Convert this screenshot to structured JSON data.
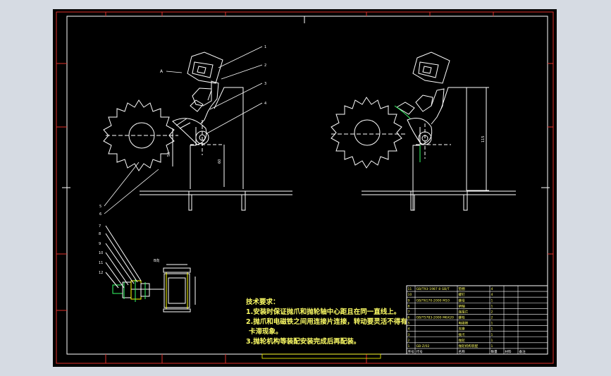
{
  "drawing": {
    "view_label": "B向",
    "section_mark": "A",
    "left_callouts": [
      "1",
      "2",
      "3",
      "4"
    ],
    "lower_callouts": [
      "5",
      "6",
      "7",
      "8",
      "9",
      "10",
      "11",
      "12"
    ],
    "dims": {
      "d1": "54",
      "d2": "60",
      "d3": "115"
    }
  },
  "notes": {
    "title": "技术要求：",
    "lines": [
      "1.安装时保证抛爪和抛轮轴中心距且在同一直线上。",
      "2.抛爪和电磁铁之间用连接片连接，转动要灵活不得有",
      "卡滞现象。",
      "3.抛轮机构等装配安装完成后再配装。"
    ]
  },
  "title_block": {
    "rows": [
      [
        "11",
        "GB/T93-1987 8 GB/T",
        "垫圈",
        "4",
        "",
        ""
      ],
      [
        "10",
        "",
        "螺钉",
        "4",
        "",
        ""
      ],
      [
        "9",
        "GB/T6170-2000 M10",
        "螺母",
        "1",
        "",
        ""
      ],
      [
        "8",
        "",
        "销轴",
        "1",
        "",
        ""
      ],
      [
        "7",
        "",
        "连接片",
        "2",
        "",
        ""
      ],
      [
        "6",
        "GB/T5783-2000 M6X20",
        "螺栓",
        "2",
        "",
        ""
      ],
      [
        "5",
        "",
        "电磁铁",
        "1",
        "",
        ""
      ],
      [
        "4",
        "",
        "支座",
        "1",
        "",
        ""
      ],
      [
        "3",
        "",
        "拨爪",
        "1",
        "",
        ""
      ],
      [
        "2",
        "",
        "抛轮",
        "1",
        "",
        ""
      ],
      [
        "1",
        "GB-Z/02",
        "抛轮机构装配",
        "1",
        "",
        ""
      ]
    ],
    "header": [
      "序号",
      "代号",
      "名称",
      "数量",
      "材料",
      "备注"
    ]
  }
}
